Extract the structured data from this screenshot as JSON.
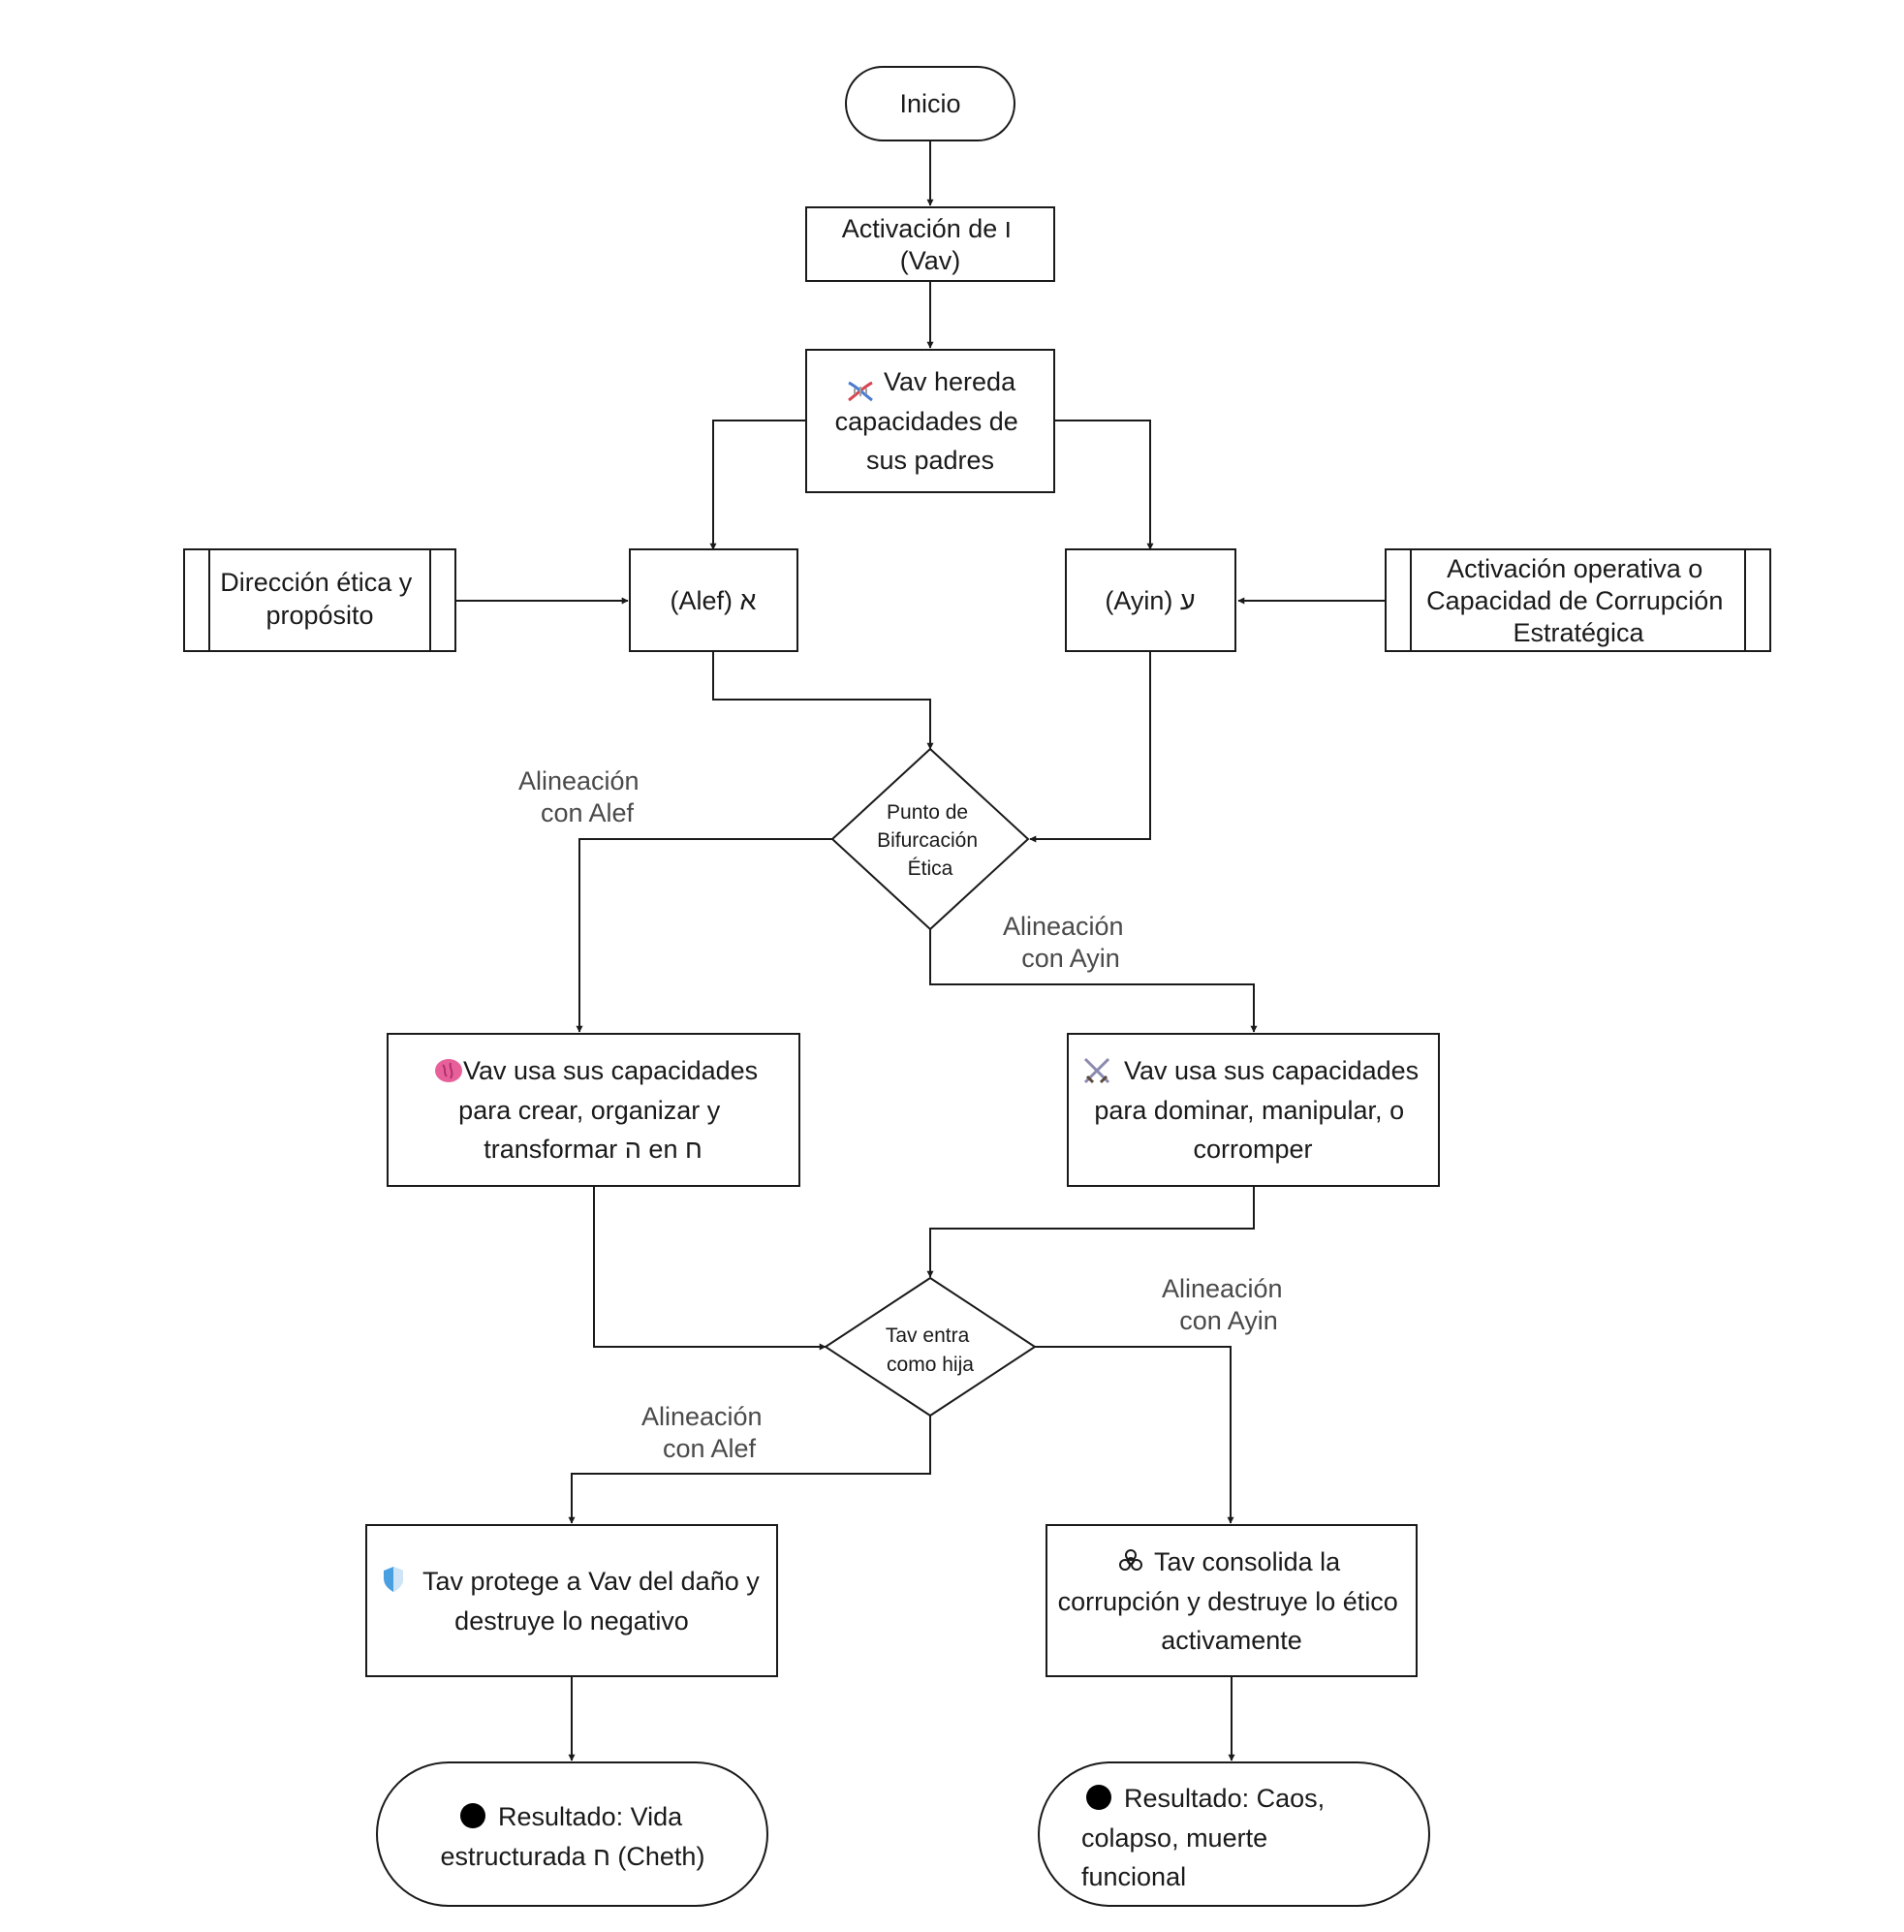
{
  "colors": {
    "stroke": "#1a1a1a",
    "edge_label": "#4a4a4a",
    "dna_icon": "#d64550",
    "brain_icon": "#e8609a",
    "shield_icon": "#4a9fe0",
    "swords_icon": "#8a8ab0",
    "result_dot": "#000000"
  },
  "nodes": {
    "start": {
      "line1": "Inicio"
    },
    "activation": {
      "line1": "Activación de ו",
      "line2": "(Vav)"
    },
    "inherit": {
      "icon": "dna-icon",
      "line1": "Vav hereda",
      "line2": "capacidades de",
      "line3": "sus padres"
    },
    "ethical_direction": {
      "line1": "Dirección ética y",
      "line2": "propósito"
    },
    "alef": {
      "line1": "(Alef) א"
    },
    "ayin": {
      "line1": "(Ayin) ע"
    },
    "operational": {
      "line1": "Activación operativa o",
      "line2": "Capacidad de Corrupción",
      "line3": "Estratégica"
    },
    "bifurcation": {
      "line1": "Punto de",
      "line2": "Bifurcación",
      "line3": "Ética"
    },
    "create": {
      "icon": "brain-icon",
      "line1": "Vav usa sus capacidades",
      "line2": "para crear, organizar y",
      "line3": "transformar ה en ח"
    },
    "dominate": {
      "icon": "crossed-swords-icon",
      "line1": "Vav usa sus capacidades",
      "line2": "para dominar, manipular, o",
      "line3": "corromper"
    },
    "tav": {
      "line1": "Tav entra",
      "line2": "como hija"
    },
    "protect": {
      "icon": "shield-icon",
      "line1": "Tav protege a Vav del daño y",
      "line2": "destruye lo negativo"
    },
    "consolidate": {
      "icon": "biohazard-icon",
      "line1": "Tav consolida la",
      "line2": "corrupción y destruye lo ético",
      "line3": "activamente"
    },
    "result_life": {
      "icon": "black-circle-icon",
      "line1": "Resultado: Vida",
      "line2": "estructurada ח (Cheth)"
    },
    "result_chaos": {
      "icon": "black-circle-icon",
      "line1": "Resultado: Caos,",
      "line2": "colapso, muerte",
      "line3": "funcional"
    }
  },
  "edge_labels": {
    "bif_alef": {
      "line1": "Alineación",
      "line2": "con Alef"
    },
    "bif_ayin": {
      "line1": "Alineación",
      "line2": "con Ayin"
    },
    "tav_ayin": {
      "line1": "Alineación",
      "line2": "con Ayin"
    },
    "tav_alef": {
      "line1": "Alineación",
      "line2": "con Alef"
    }
  }
}
